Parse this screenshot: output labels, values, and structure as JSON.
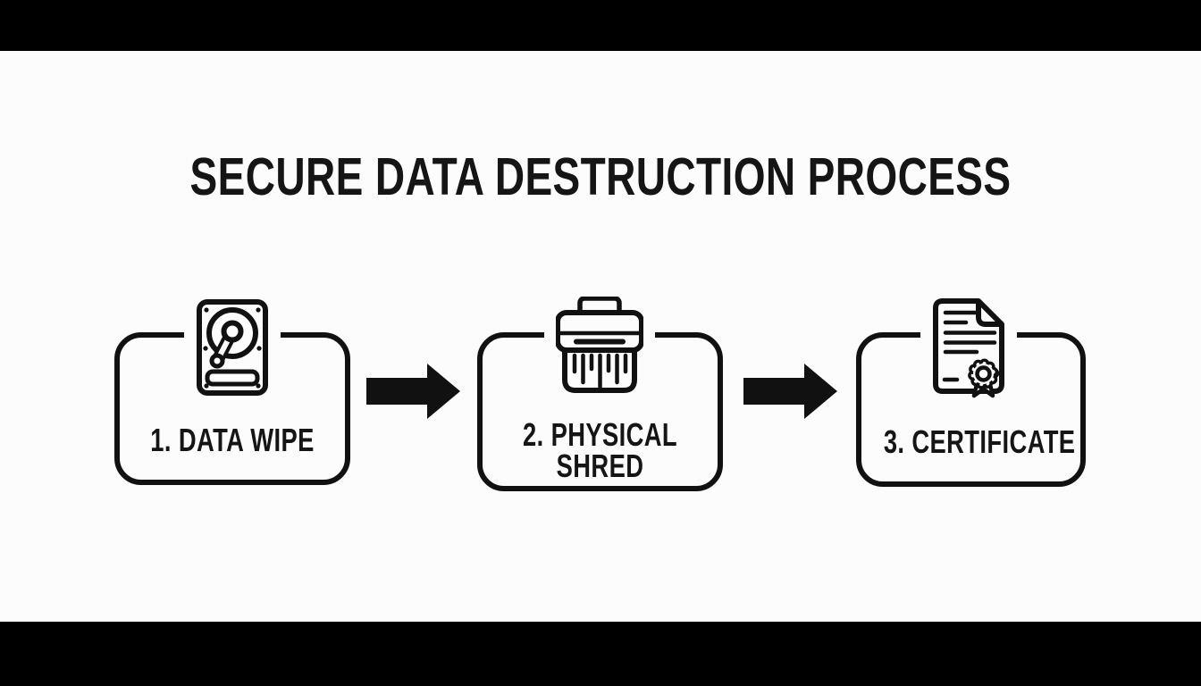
{
  "title": "SECURE DATA DESTRUCTION PROCESS",
  "steps": [
    {
      "name": "data-wipe",
      "icon": "hard-drive-icon",
      "label_lines": [
        "1. DATA WIPE"
      ]
    },
    {
      "name": "physical-shred",
      "icon": "shredder-icon",
      "label_lines": [
        "2. PHYSICAL",
        "SHRED"
      ]
    },
    {
      "name": "certificate",
      "icon": "certificate-icon",
      "label_lines": [
        "3. CERTIFICATE"
      ]
    }
  ],
  "colors": {
    "letterbox": "#000000",
    "canvas": "#fcfcfc",
    "ink": "#111111"
  }
}
